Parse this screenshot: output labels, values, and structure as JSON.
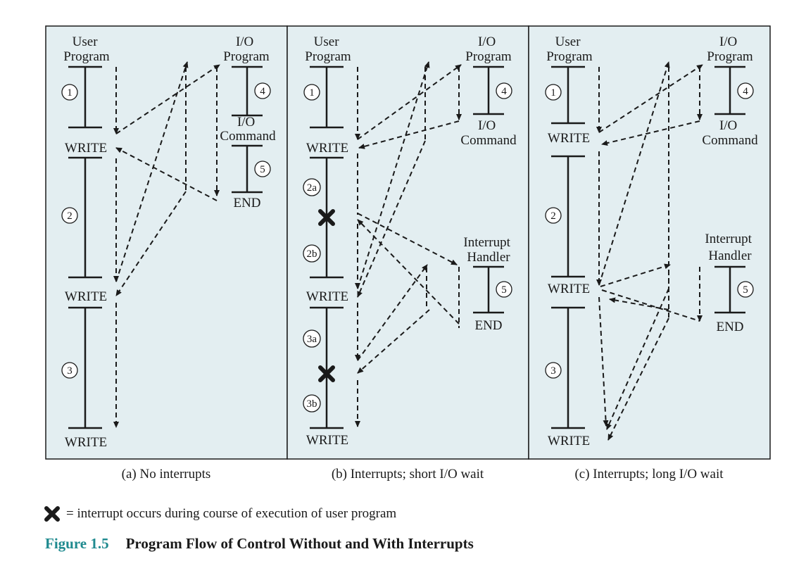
{
  "panel_a": {
    "user_program": "User\nProgram",
    "io_program": "I/O\nProgram",
    "io_command": "I/O\nCommand",
    "end": "END",
    "write": "WRITE",
    "steps": [
      "1",
      "2",
      "3",
      "4",
      "5"
    ]
  },
  "panel_b": {
    "user_program": "User\nProgram",
    "io_program": "I/O\nProgram",
    "io_command": "I/O\nCommand",
    "interrupt_handler": "Interrupt\nHandler",
    "end": "END",
    "write": "WRITE",
    "steps": [
      "1",
      "2a",
      "2b",
      "3a",
      "3b",
      "4",
      "5"
    ]
  },
  "panel_c": {
    "user_program": "User\nProgram",
    "io_program": "I/O\nProgram",
    "io_command": "I/O\nCommand",
    "interrupt_handler": "Interrupt\nHandler",
    "end": "END",
    "write": "WRITE",
    "steps": [
      "1",
      "2",
      "3",
      "4",
      "5"
    ]
  },
  "captions": {
    "a": "(a) No interrupts",
    "b": "(b) Interrupts; short I/O wait",
    "c": "(c) Interrupts; long I/O wait"
  },
  "legend": {
    "text": "= interrupt occurs during course of execution of user program",
    "icon": "cross-x-icon"
  },
  "figure": {
    "number": "Figure 1.5",
    "title": "Program Flow of Control Without and With Interrupts"
  },
  "colors": {
    "panel_background": "#e3eef1",
    "figure_number": "#1f8a8f",
    "ink": "#1a1a1a"
  }
}
